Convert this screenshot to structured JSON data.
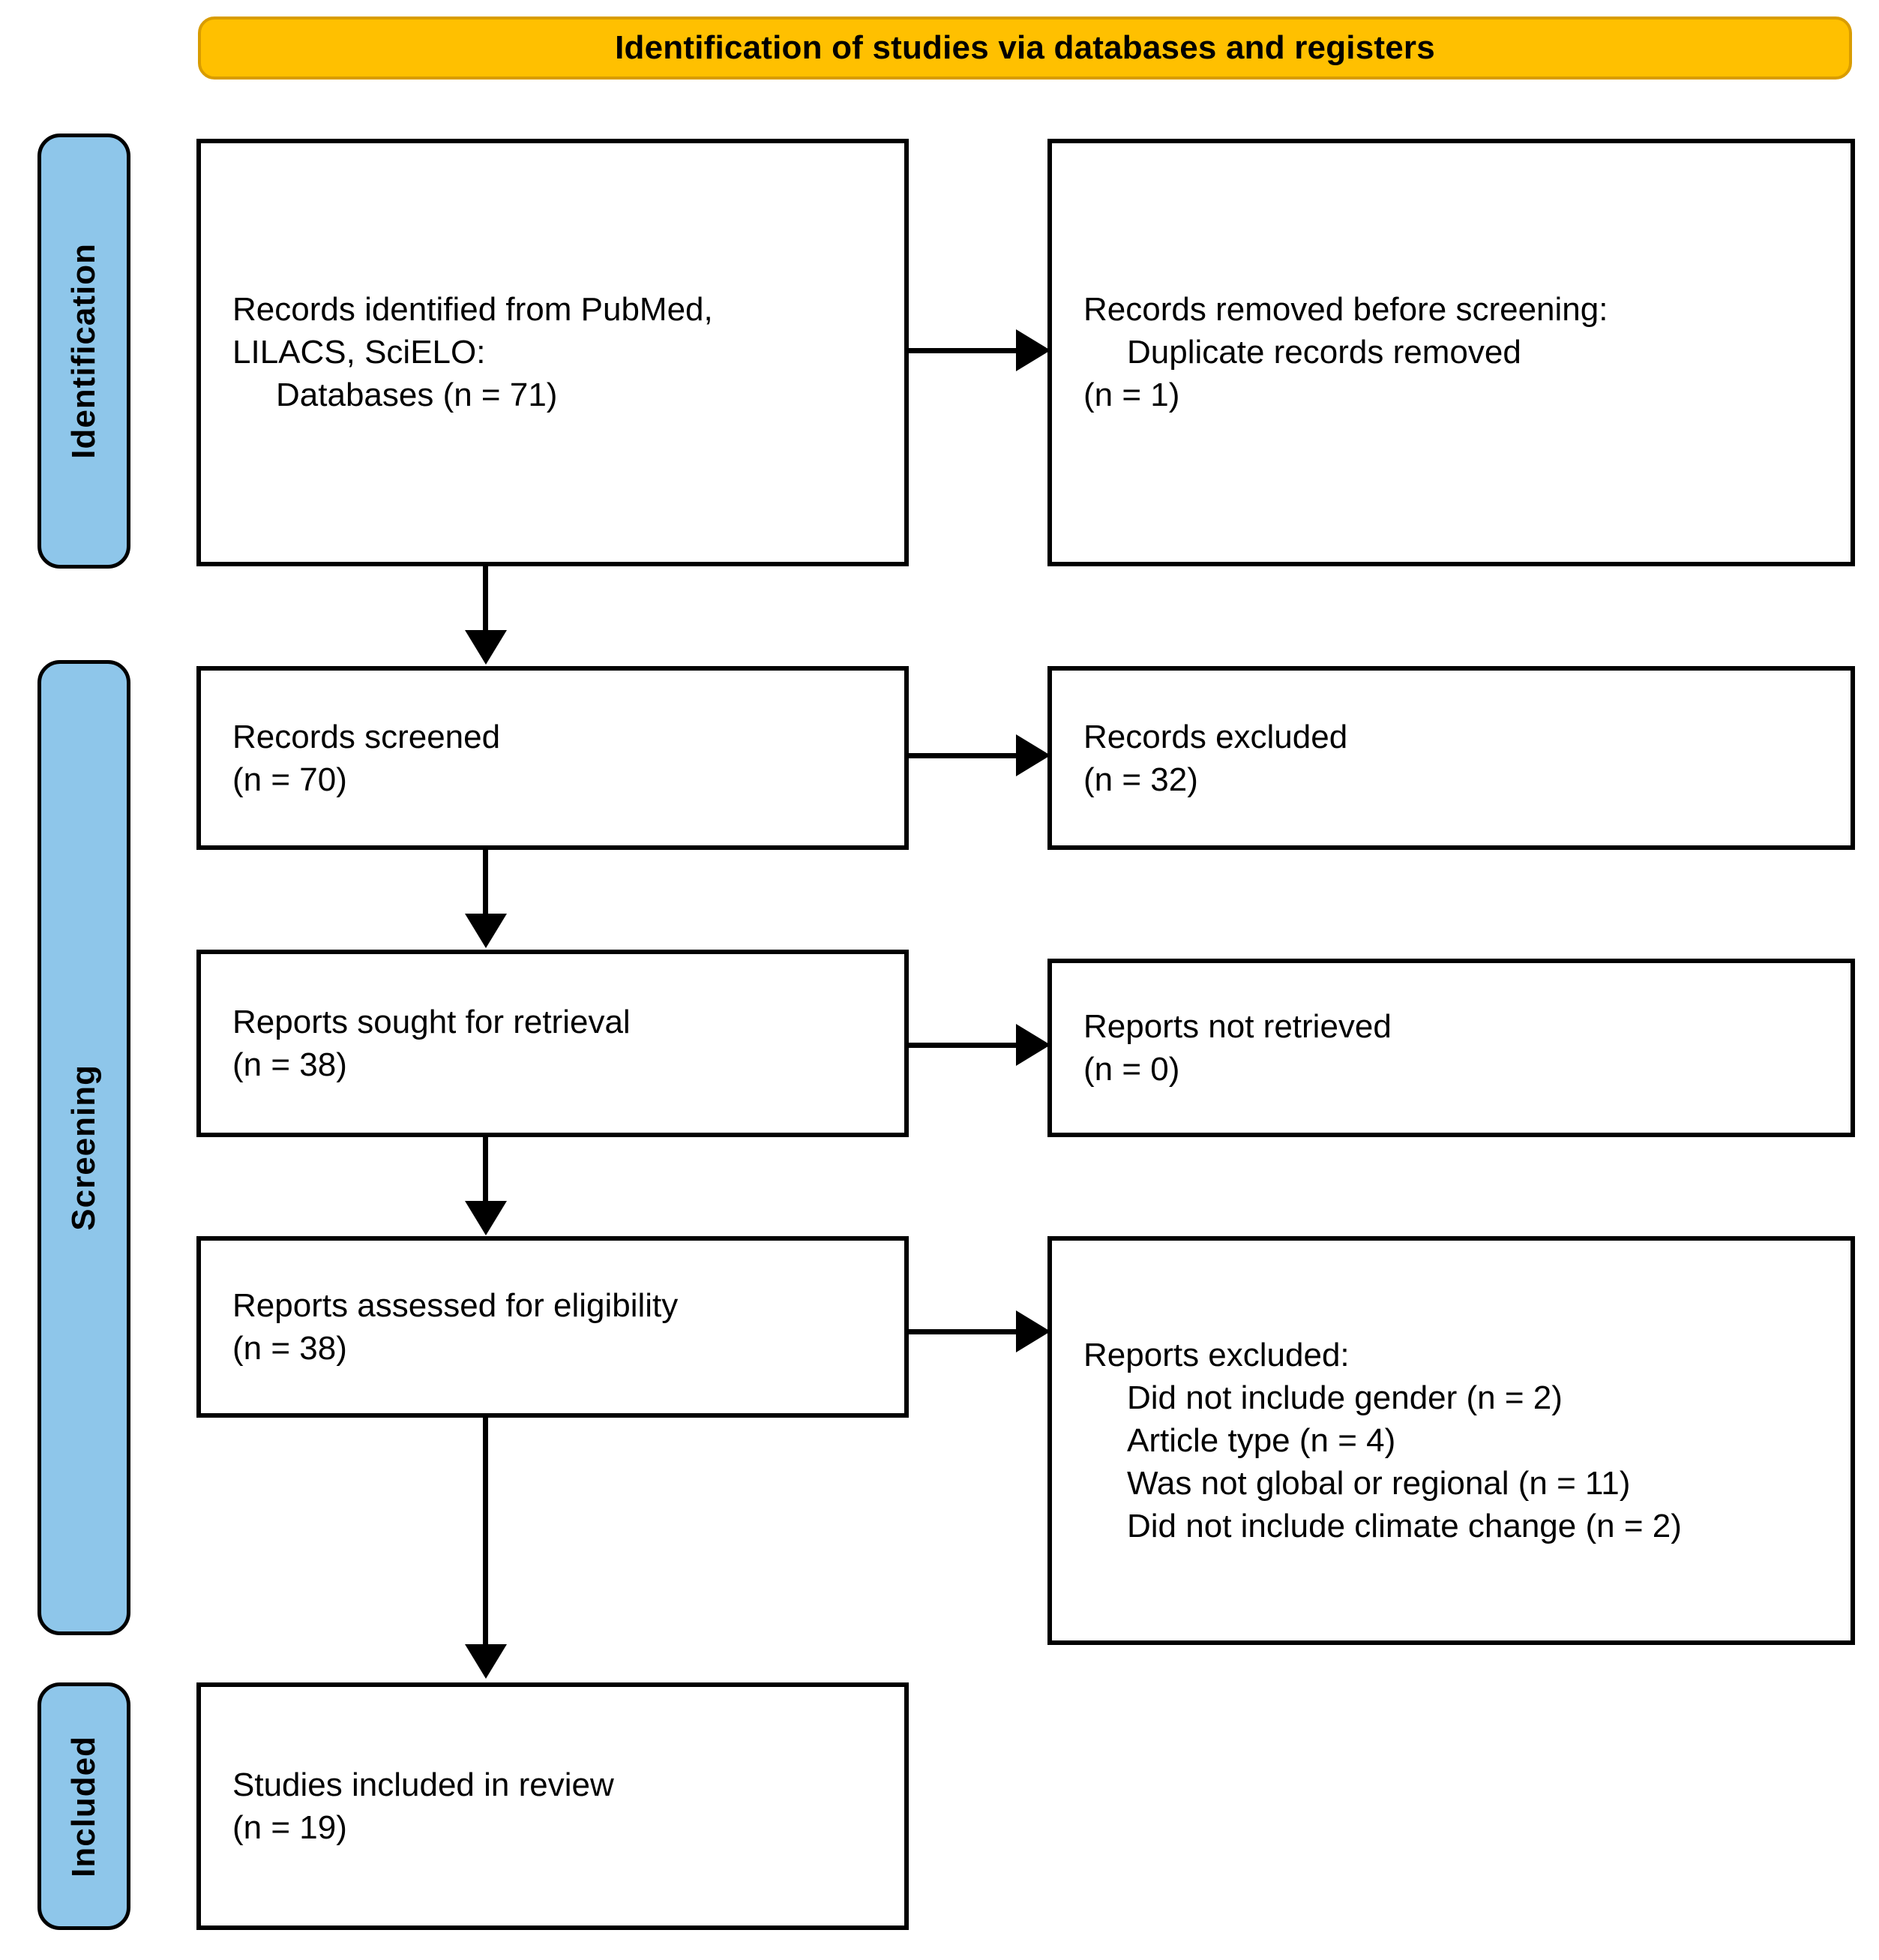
{
  "diagram": {
    "type": "prisma-flow-diagram",
    "header": {
      "title": "Identification of studies via databases and registers",
      "fill_color": "#FFC000",
      "border_color": "#D99C00"
    },
    "stage_bar_color": "#8EC6EA",
    "stages": [
      {
        "label": "Identification"
      },
      {
        "label": "Screening"
      },
      {
        "label": "Included"
      }
    ],
    "boxes": {
      "identified": {
        "lines": [
          {
            "text": "Records identified from PubMed,",
            "indent": false
          },
          {
            "text": "LILACS, SciELO:",
            "indent": false
          },
          {
            "text": "Databases (n = 71)",
            "indent": true
          }
        ],
        "count": 71
      },
      "removed_before_screening": {
        "lines": [
          {
            "text": "Records removed before screening:",
            "indent": false
          },
          {
            "text": "Duplicate records removed",
            "indent": true
          },
          {
            "text": "(n = 1)",
            "indent": false
          }
        ],
        "count": 1
      },
      "records_screened": {
        "lines": [
          {
            "text": "Records screened",
            "indent": false
          },
          {
            "text": "(n = 70)",
            "indent": false
          }
        ],
        "count": 70
      },
      "records_excluded": {
        "lines": [
          {
            "text": "Records excluded",
            "indent": false
          },
          {
            "text": "(n = 32)",
            "indent": false
          }
        ],
        "count": 32
      },
      "reports_sought": {
        "lines": [
          {
            "text": "Reports sought for retrieval",
            "indent": false
          },
          {
            "text": "(n = 38)",
            "indent": false
          }
        ],
        "count": 38
      },
      "reports_not_retrieved": {
        "lines": [
          {
            "text": "Reports not retrieved",
            "indent": false
          },
          {
            "text": "(n = 0)",
            "indent": false
          }
        ],
        "count": 0
      },
      "reports_assessed": {
        "lines": [
          {
            "text": "Reports assessed for eligibility",
            "indent": false
          },
          {
            "text": "(n = 38)",
            "indent": false
          }
        ],
        "count": 38
      },
      "reports_excluded": {
        "lines": [
          {
            "text": "Reports excluded:",
            "indent": false
          },
          {
            "text": "Did not include gender (n = 2)",
            "indent": true
          },
          {
            "text": "Article type (n = 4)",
            "indent": true
          },
          {
            "text": "Was not global or regional (n = 11)",
            "indent": true
          },
          {
            "text": "Did not include climate change (n = 2)",
            "indent": true
          }
        ],
        "reasons": [
          {
            "reason": "Did not include gender",
            "count": 2
          },
          {
            "reason": "Article type",
            "count": 4
          },
          {
            "reason": "Was not global or regional",
            "count": 11
          },
          {
            "reason": "Did not include climate change",
            "count": 2
          }
        ]
      },
      "studies_included": {
        "lines": [
          {
            "text": "Studies included in review",
            "indent": false
          },
          {
            "text": "(n = 19)",
            "indent": false
          }
        ],
        "count": 19
      }
    }
  }
}
